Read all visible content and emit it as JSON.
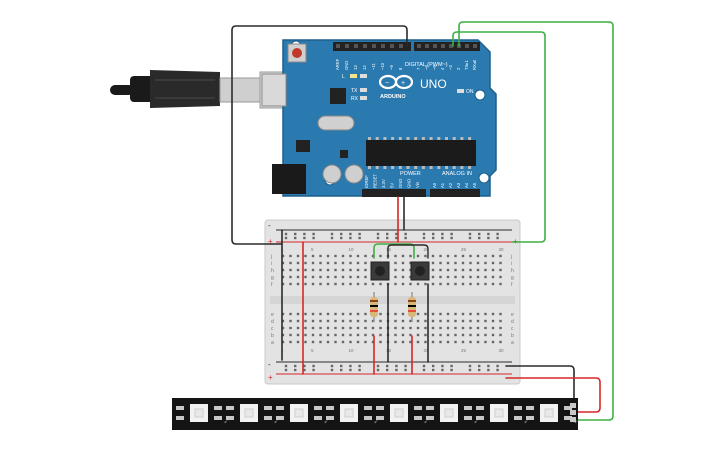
{
  "arduino": {
    "brand": "ARDUINO",
    "model": "UNO",
    "digital_header_label": "DIGITAL (PWM~)",
    "power_header_label": "POWER",
    "analog_header_label": "ANALOG IN",
    "led_labels": [
      "L",
      "TX",
      "RX"
    ],
    "on_label": "ON",
    "digital_pins": [
      "AREF",
      "GND",
      "13",
      "12",
      "~11",
      "~10",
      "~9",
      "8",
      "7",
      "~6",
      "~5",
      "4",
      "~3",
      "2",
      "TX▸1",
      "RX◂0"
    ],
    "power_pins": [
      "IOREF",
      "RESET",
      "3.3V",
      "5V",
      "GND",
      "GND",
      "Vin"
    ],
    "analog_pins": [
      "A0",
      "A1",
      "A2",
      "A3",
      "A4",
      "A5"
    ]
  },
  "breadboard": {
    "column_numbers": [
      "1",
      "5",
      "10",
      "15",
      "20",
      "25",
      "30"
    ],
    "row_letters_top": [
      "j",
      "i",
      "h",
      "g",
      "f"
    ],
    "row_letters_bottom": [
      "e",
      "d",
      "c",
      "b",
      "a"
    ],
    "rail_plus": "+",
    "rail_minus": "-"
  },
  "colors": {
    "board_blue": "#2a7ab0",
    "board_edge": "#1d5f8c",
    "breadboard": "#e3e3e3",
    "wire_black": "#2b2b2b",
    "wire_red": "#d62728",
    "wire_green": "#3cb043",
    "strip": "#141414"
  }
}
